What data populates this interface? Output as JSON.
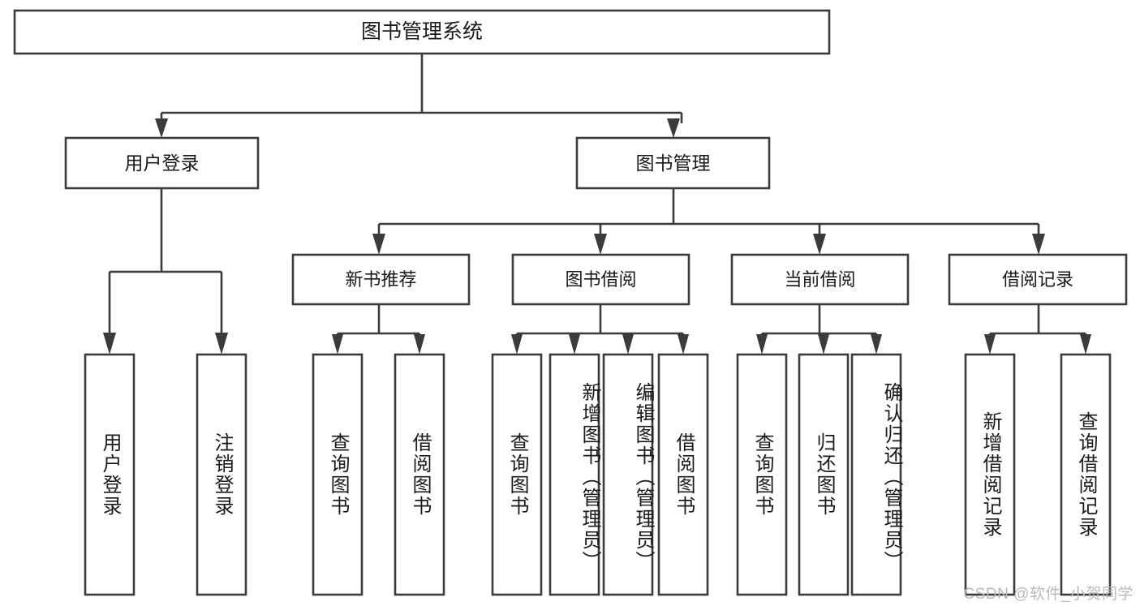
{
  "diagram": {
    "title": "图书管理系统",
    "type": "tree-hierarchy-chart",
    "watermark": "CSDN @软件_小贺同学",
    "colors": {
      "stroke": "#3b3b3b",
      "box_fill": "#ffffff",
      "text": "#1a1a1a",
      "background": "#ffffff",
      "watermark": "#b9b9b9"
    },
    "root": {
      "label": "图书管理系统"
    },
    "level2": [
      {
        "label": "用户登录"
      },
      {
        "label": "图书管理"
      }
    ],
    "level3": [
      {
        "label": "新书推荐"
      },
      {
        "label": "图书借阅"
      },
      {
        "label": "当前借阅"
      },
      {
        "label": "借阅记录"
      }
    ],
    "leaves": {
      "user_login": [
        {
          "label": "用户登录"
        },
        {
          "label": "注销登录"
        }
      ],
      "new_book_recommend": [
        {
          "label": "查询图书"
        },
        {
          "label": "借阅图书"
        }
      ],
      "book_borrow": [
        {
          "label": "查询图书"
        },
        {
          "label": "新增图书（管理员）"
        },
        {
          "label": "编辑图书（管理员）"
        },
        {
          "label": "借阅图书"
        }
      ],
      "current_borrow": [
        {
          "label": "查询图书"
        },
        {
          "label": "归还图书"
        },
        {
          "label": "确认归还（管理员）"
        }
      ],
      "borrow_records": [
        {
          "label": "新增借阅记录"
        },
        {
          "label": "查询借阅记录"
        }
      ]
    }
  }
}
